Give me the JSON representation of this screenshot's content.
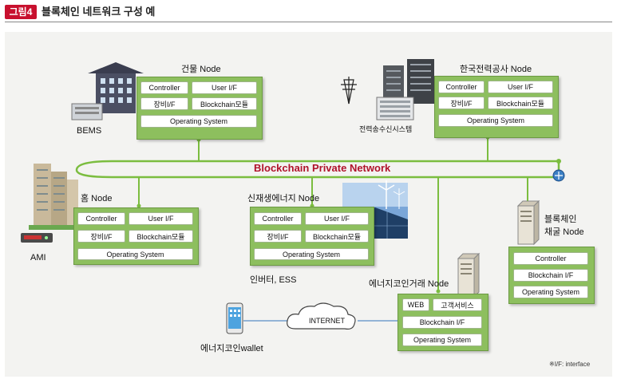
{
  "header": {
    "figure_label": "그림4",
    "title": "블록체인 네트워크 구성 예"
  },
  "network": {
    "label": "Blockchain Private Network",
    "internet_label": "INTERNET"
  },
  "nodes": {
    "building": {
      "title": "건물 Node",
      "controller": "Controller",
      "user_if": "User I/F",
      "equip_if": "장비I/F",
      "blockchain_module": "Blockchain모듈",
      "os": "Operating System",
      "device_label": "BEMS"
    },
    "kepco": {
      "title": "한국전력공사 Node",
      "controller": "Controller",
      "user_if": "User I/F",
      "equip_if": "장비I/F",
      "blockchain_module": "Blockchain모듈",
      "os": "Operating System",
      "device_label": "전력송수신시스템"
    },
    "home": {
      "title": "홈 Node",
      "controller": "Controller",
      "user_if": "User I/F",
      "equip_if": "장비I/F",
      "blockchain_module": "Blockchain모듈",
      "os": "Operating System",
      "device_label": "AMI"
    },
    "renewable": {
      "title": "신재생에너지 Node",
      "controller": "Controller",
      "user_if": "User I/F",
      "equip_if": "장비I/F",
      "blockchain_module": "Blockchain모듈",
      "os": "Operating System",
      "device_label": "인버터, ESS"
    },
    "mining": {
      "title_line1": "블록체인",
      "title_line2": "채굴 Node",
      "controller": "Controller",
      "blockchain_if": "Blockchain I/F",
      "os": "Operating System"
    },
    "exchange": {
      "title": "에너지코인거래 Node",
      "web": "WEB",
      "customer_service": "고객서비스",
      "blockchain_if": "Blockchain I/F",
      "os": "Operating System"
    }
  },
  "wallet": {
    "label": "에너지코인wallet"
  },
  "footnote": "※I/F: interface",
  "colors": {
    "node_fill": "#8dbf5e",
    "network_line": "#7bbd3f",
    "network_text": "#b0132a",
    "badge": "#c8102e"
  }
}
